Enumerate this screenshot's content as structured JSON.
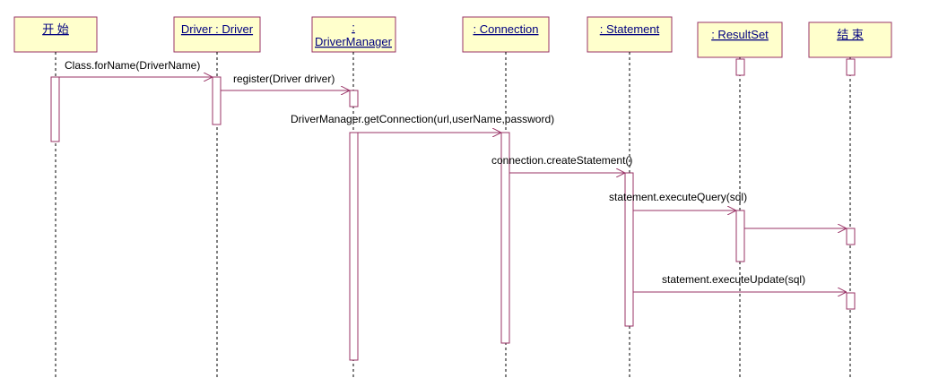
{
  "diagram": {
    "lifelines": [
      {
        "id": "start",
        "label": "开 始"
      },
      {
        "id": "driver",
        "label": "Driver : Driver"
      },
      {
        "id": "manager",
        "label_line1": ":",
        "label_line2": "DriverManager"
      },
      {
        "id": "connection",
        "label": ": Connection"
      },
      {
        "id": "statement",
        "label": ": Statement"
      },
      {
        "id": "resultset",
        "label": ": ResultSet"
      },
      {
        "id": "end",
        "label": "结 束"
      }
    ],
    "messages": [
      {
        "from": "start",
        "to": "driver",
        "label": "Class.forName(DriverName)"
      },
      {
        "from": "driver",
        "to": "manager",
        "label": "register(Driver driver)"
      },
      {
        "from": "manager",
        "to": "connection",
        "label": "DriverManager.getConnection(url,userName,password)"
      },
      {
        "from": "connection",
        "to": "statement",
        "label": "connection.createStatement()"
      },
      {
        "from": "statement",
        "to": "resultset",
        "label": "statement.executeQuery(sql)"
      },
      {
        "from": "resultset",
        "to": "end",
        "label": ""
      },
      {
        "from": "statement",
        "to": "end",
        "label": "statement.executeUpdate(sql)"
      }
    ],
    "colors": {
      "box_fill": "#ffffcc",
      "box_stroke": "#993366",
      "label_text": "#000080",
      "message_stroke": "#993366"
    }
  }
}
